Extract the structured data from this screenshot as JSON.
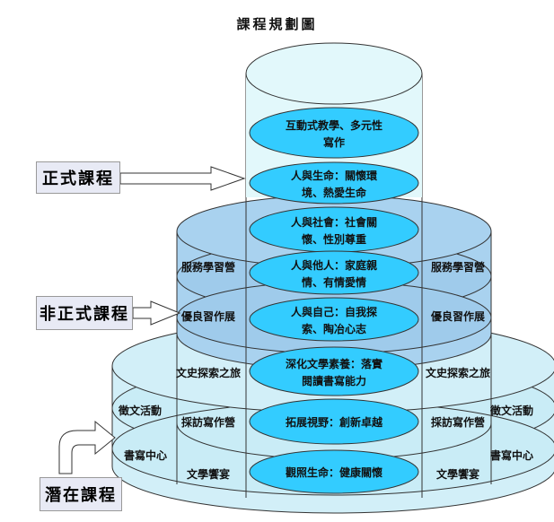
{
  "title": "課程規劃圖",
  "levels": {
    "formal": "正式課程",
    "informal": "非正式課程",
    "hidden": "潛在課程"
  },
  "core": [
    "互動式教學、多元性|寫作",
    "人與生命：關懷環|境、熱愛生命",
    "人與社會：社會關|懷、性別尊重",
    "人與他人：家庭親|情、有情愛情",
    "人與自己：自我探|索、陶冶心志",
    "深化文學素養：落實|閱讀書寫能力",
    "拓展視野：創新卓越",
    "觀照生命：健康關懷"
  ],
  "informal_items": [
    "服務學習營",
    "優良習作展"
  ],
  "hidden_inner": [
    "文史探索之旅",
    "採訪寫作營",
    "文學饗宴"
  ],
  "hidden_outer": [
    "徵文活動",
    "書寫中心"
  ],
  "colors": {
    "top_cylinder": "#e2f8fb",
    "mid_cylinder": "#a9d2ef",
    "bottom_cylinder": "#d2eff8",
    "band": "#33ccff",
    "stroke": "#333333"
  }
}
